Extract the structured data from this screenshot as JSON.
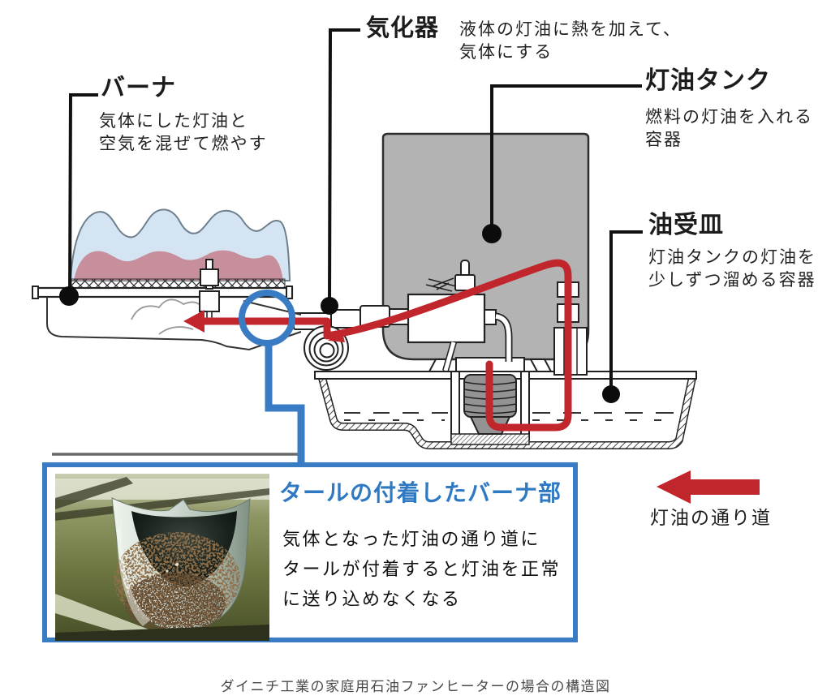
{
  "labels": {
    "vaporizer": {
      "title": "気化器",
      "desc": "液体の灯油に熱を加えて、\n気体にする"
    },
    "burner": {
      "title": "バーナ",
      "desc": "気体にした灯油と\n空気を混ぜて燃やす"
    },
    "kerosene_tank": {
      "title": "灯油タンク",
      "desc": "燃料の灯油を入れる\n容器"
    },
    "oil_pan": {
      "title": "油受皿",
      "desc": "灯油タンクの灯油を\n少しずつ溜める容器"
    }
  },
  "callout": {
    "title": "タールの付着したバーナ部",
    "body": "気体となった灯油の通り道に\nタールが付着すると灯油を正常\nに送り込めなくなる"
  },
  "legend": {
    "label": "灯油の通り道"
  },
  "caption": "ダイニチ工業の家庭用石油ファンヒーターの場合の構造図",
  "colors": {
    "flow_red": "#c0262c",
    "highlight_blue": "#3a7cc4",
    "tank_gray": "#b3b3b3",
    "flame_blue": "#d5e4f2",
    "flame_pink": "#c78e9c"
  }
}
